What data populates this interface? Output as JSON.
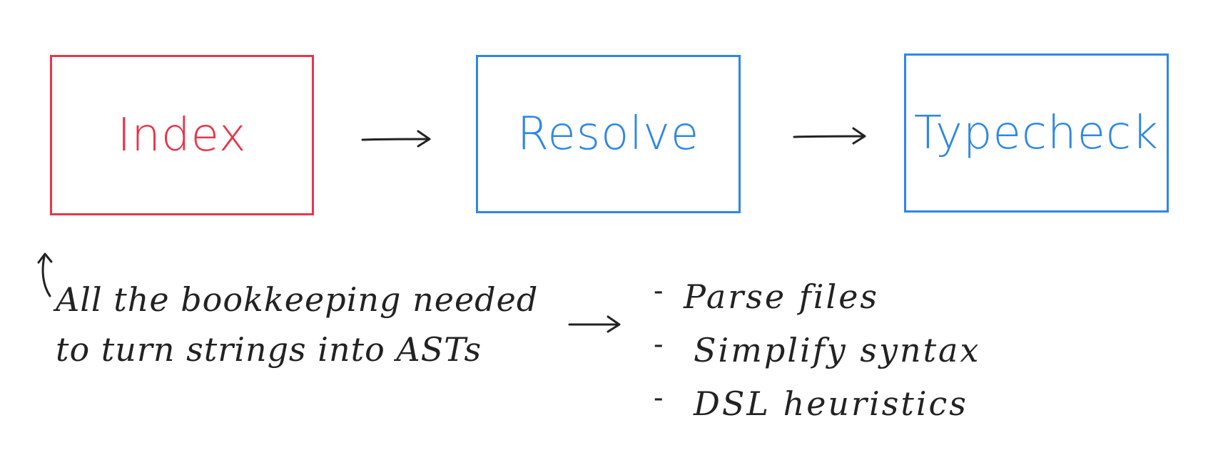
{
  "colors": {
    "index": "#e8354a",
    "resolve": "#2f86e8",
    "typecheck": "#2f86e8",
    "ink": "#222222"
  },
  "stages": [
    {
      "label": "Index"
    },
    {
      "label": "Resolve"
    },
    {
      "label": "Typecheck"
    }
  ],
  "note": {
    "lines": [
      "All the bookkeeping needed",
      "to turn strings into ASTs"
    ]
  },
  "steps": [
    "Parse files",
    "Simplify syntax",
    "DSL heuristics"
  ]
}
